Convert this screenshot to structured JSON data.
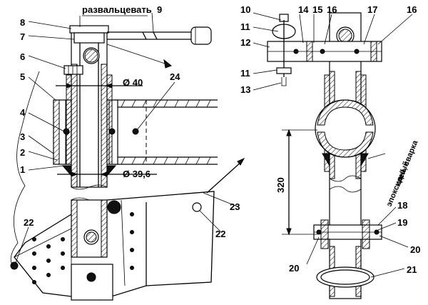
{
  "annotations": {
    "flare_note": "развальцевать",
    "diameter_outer": "Ø 40",
    "diameter_inner": "Ø 39,6",
    "dimension_320": "320",
    "glue_note_line1": "эпоксидный",
    "glue_note_line2": "клей, сварка"
  },
  "callouts_left": [
    "8",
    "9",
    "7",
    "6",
    "5",
    "4",
    "3",
    "2",
    "1",
    "24",
    "23",
    "22",
    "22"
  ],
  "callouts_right": [
    "10",
    "14",
    "15",
    "16",
    "17",
    "16",
    "11",
    "12",
    "11",
    "13",
    "18",
    "19",
    "20",
    "20",
    "21"
  ],
  "colors": {
    "ink": "#000000",
    "paper": "#ffffff",
    "fill_grey": "#cfcfcf"
  }
}
